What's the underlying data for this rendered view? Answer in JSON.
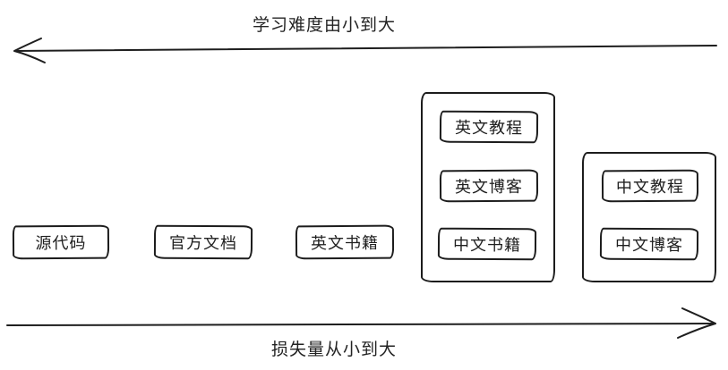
{
  "diagram": {
    "background": "#ffffff",
    "stroke_color": "#1e1e1e",
    "top_axis": {
      "label": "学习难度由小到大",
      "direction": "left"
    },
    "bottom_axis": {
      "label": "损失量从小到大",
      "direction": "right"
    },
    "standalone_boxes": [
      {
        "label": "源代码"
      },
      {
        "label": "官方文档"
      },
      {
        "label": "英文书籍"
      }
    ],
    "groups": [
      {
        "items": [
          {
            "label": "英文教程"
          },
          {
            "label": "英文博客"
          },
          {
            "label": "中文书籍"
          }
        ]
      },
      {
        "items": [
          {
            "label": "中文教程"
          },
          {
            "label": "中文博客"
          }
        ]
      }
    ]
  }
}
